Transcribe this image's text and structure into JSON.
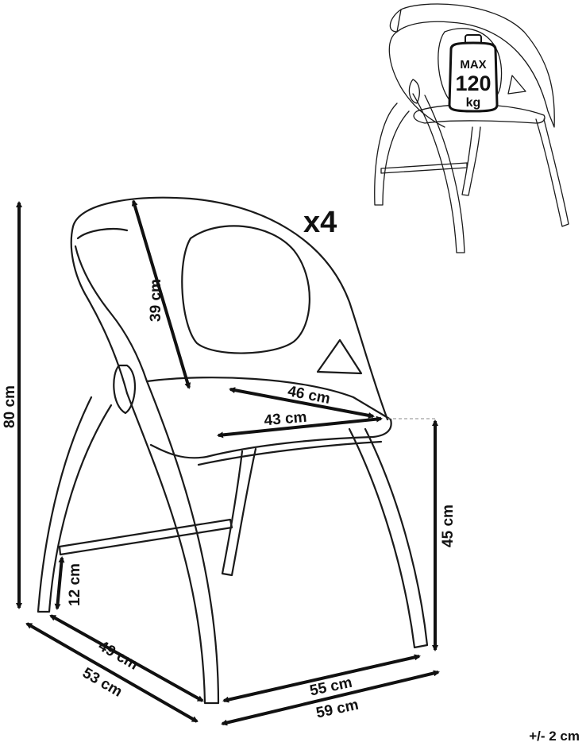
{
  "quantity_label": "x4",
  "max_load": {
    "line1": "MAX",
    "line2": "120",
    "line3": "kg"
  },
  "dimensions": {
    "height_total": "80 cm",
    "backrest_height": "39 cm",
    "seat_width_back": "46 cm",
    "seat_width_front": "43 cm",
    "seat_height": "45 cm",
    "stretcher_height": "12 cm",
    "depth_inner": "49 cm",
    "depth_outer": "53 cm",
    "width_inner": "55 cm",
    "width_outer": "59 cm"
  },
  "tolerance": "+/- 2 cm"
}
